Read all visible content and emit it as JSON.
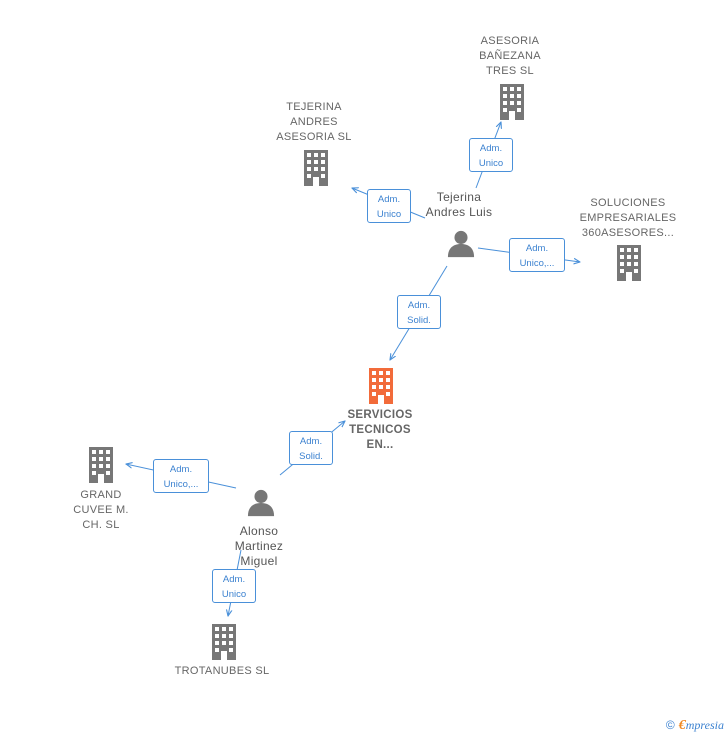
{
  "nodes": {
    "asesoria_banezana": "ASESORIA\nBAÑEZANA\nTRES  SL",
    "tejerina_andres_asesoria": "TEJERINA\nANDRES\nASESORIA  SL",
    "soluciones_empresariales": "SOLUCIONES\nEMPRESARIALES\n360ASESORES...",
    "servicios_tecnicos": "SERVICIOS\nTECNICOS\nEN...",
    "grand_cuvee": "GRAND\nCUVEE M.\nCH.  SL",
    "trotanubes": "TROTANUBES SL"
  },
  "persons": {
    "tejerina_andres_luis": "Tejerina\nAndres Luis",
    "alonso_martinez_miguel": "Alonso\nMartinez\nMiguel"
  },
  "edges": {
    "e1": {
      "line1": "Adm.",
      "line2": "Unico"
    },
    "e2": {
      "line1": "Adm.",
      "line2": "Unico"
    },
    "e3": {
      "line1": "Adm.",
      "line2": "Unico,..."
    },
    "e4": {
      "line1": "Adm.",
      "line2": "Solid."
    },
    "e5": {
      "line1": "Adm.",
      "line2": "Solid."
    },
    "e6": {
      "line1": "Adm.",
      "line2": "Unico,..."
    },
    "e7": {
      "line1": "Adm.",
      "line2": "Unico"
    }
  },
  "colors": {
    "company": "#777777",
    "main_company": "#f26b3a",
    "person": "#777777",
    "edge": "#4a90d9"
  },
  "footer": {
    "copyright": "©",
    "brand_initial": "€",
    "brand_rest": "mpresia"
  }
}
